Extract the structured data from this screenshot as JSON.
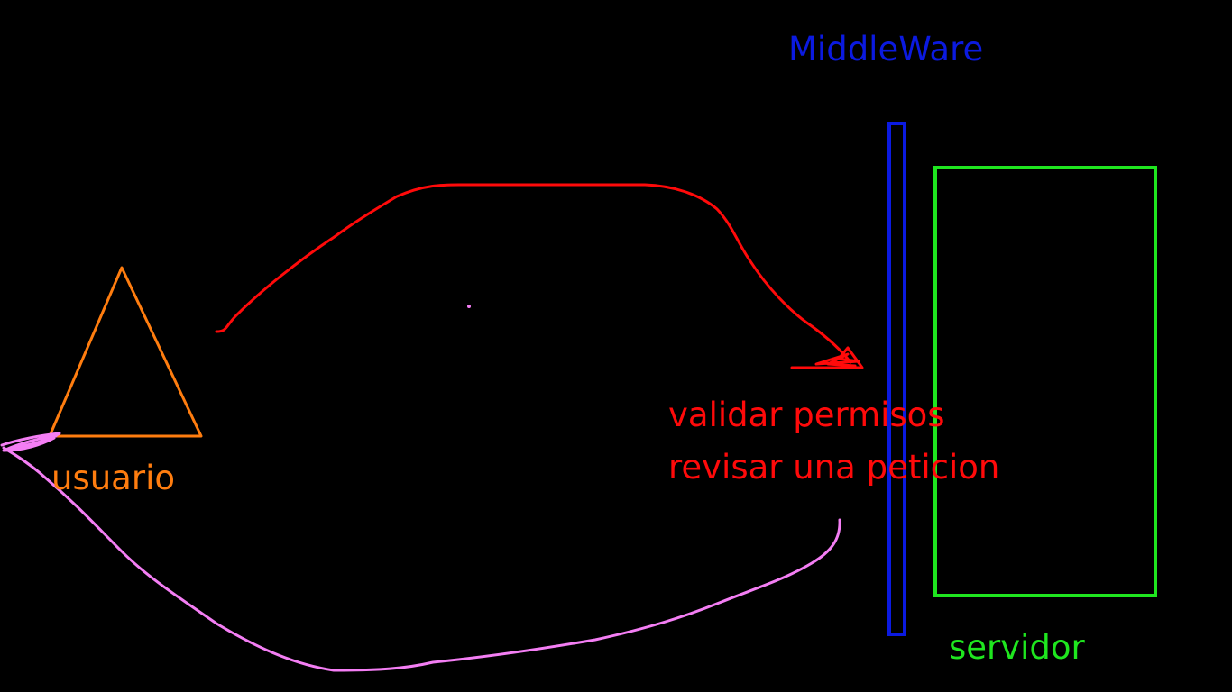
{
  "labels": {
    "middleware": "MiddleWare",
    "user": "usuario",
    "server": "servidor",
    "note_line_1": "validar permisos",
    "note_line_2": "revisar una peticion"
  },
  "colors": {
    "background": "#000000",
    "middleware": "#0b1ae0",
    "user": "#ff7d0f",
    "server": "#1fe61f",
    "request_arrow": "#ff0a0a",
    "response_arrow": "#f47ef4"
  },
  "shapes": {
    "user": "triangle",
    "middleware": "tall-narrow-rectangle",
    "server": "rectangle"
  }
}
